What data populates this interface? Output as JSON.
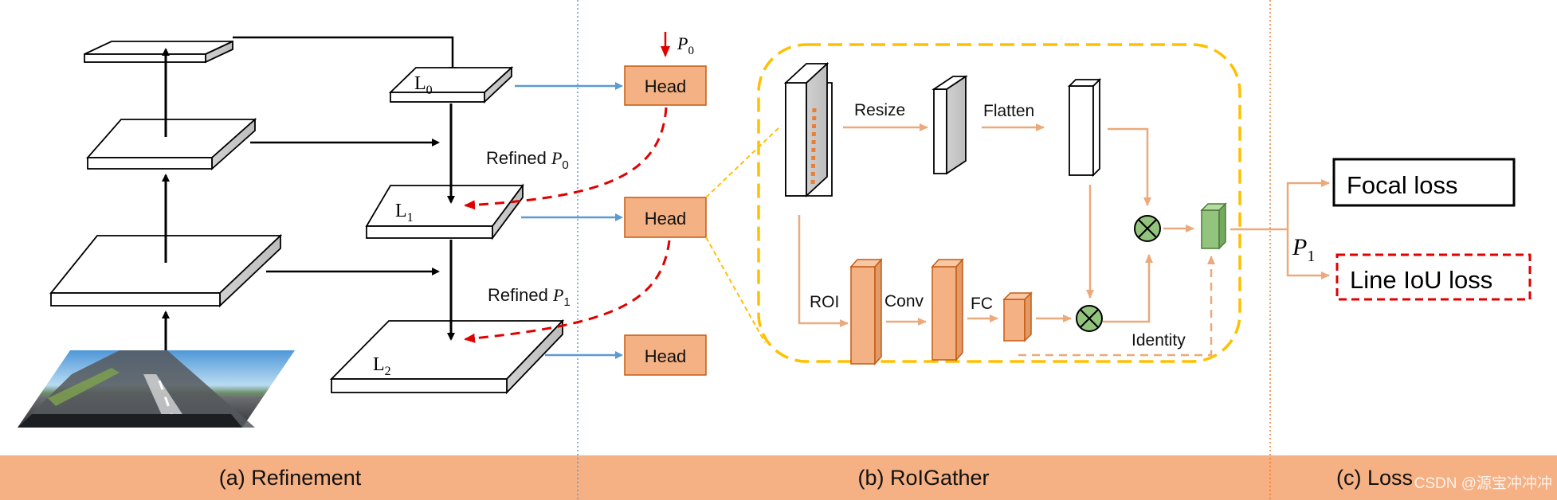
{
  "sections": {
    "refinement": "(a) Refinement",
    "roigather": "(b) RoIGather",
    "loss": "(c) Loss"
  },
  "levels": {
    "l0": "L",
    "l0_sub": "0",
    "l1": "L",
    "l1_sub": "1",
    "l2": "L",
    "l2_sub": "2"
  },
  "heads": [
    "Head",
    "Head",
    "Head"
  ],
  "prior": {
    "var": "P",
    "sub": "0"
  },
  "refined": [
    {
      "prefix": "Refined ",
      "var": "P",
      "sub": "0"
    },
    {
      "prefix": "Refined ",
      "var": "P",
      "sub": "1"
    }
  ],
  "roigather": {
    "resize": "Resize",
    "flatten": "Flatten",
    "roi": "ROI",
    "conv": "Conv",
    "fc": "FC",
    "identity": "Identity"
  },
  "loss": {
    "output": {
      "var": "P",
      "sub": "1"
    },
    "focal": "Focal loss",
    "line_iou": "Line IoU loss"
  },
  "watermark": "CSDN @源宝冲冲冲",
  "colors": {
    "band": "#f5b083",
    "head_fill": "#f4b183",
    "head_stroke": "#c55a11",
    "roigather_frame": "#ffc000",
    "salmon_arrow": "#eca97b",
    "blue_arrow": "#5b9bd5",
    "refined_arrow": "#e00000",
    "green_block": "#93c47d",
    "orange_block": "#f4b183",
    "divider_blue": "#5b9bd5",
    "divider_orange": "#ed7d31",
    "line_iou_border": "#e00000"
  }
}
